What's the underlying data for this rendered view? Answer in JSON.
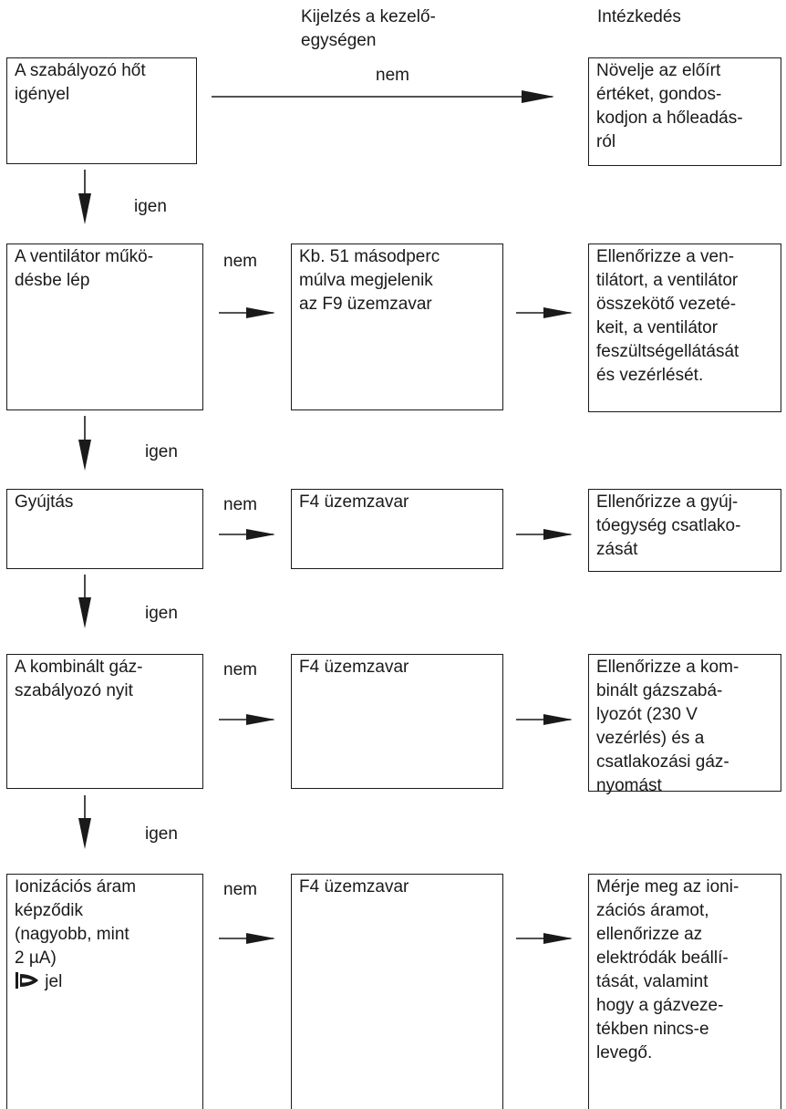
{
  "headers": {
    "display": "Kijelzés a kezelő-\negységen",
    "action": "Intézkedés"
  },
  "rows": [
    {
      "condition": "A szabályozó hőt\nigényel",
      "no_label": "nem",
      "display": "",
      "action": "Növelje az előírt\nértéket, gondos-\nkodjon a hőleadás-\nról",
      "yes_label": "igen"
    },
    {
      "condition": "A ventilátor műkö-\ndésbe lép",
      "no_label": "nem",
      "display": "Kb. 51 másodperc\nmúlva megjelenik\naz F9 üzemzavar",
      "action": "Ellenőrizze a ven-\ntilátort, a ventilátor\nösszekötő vezeté-\nkeit, a ventilátor\nfeszültségellátását\nés vezérlését.",
      "yes_label": "igen"
    },
    {
      "condition": "Gyújtás",
      "no_label": "nem",
      "display": "F4 üzemzavar",
      "action": "Ellenőrizze a gyúj-\ntóegység csatlako-\nzását",
      "yes_label": "igen"
    },
    {
      "condition": "A kombinált gáz-\nszabályozó nyit",
      "no_label": "nem",
      "display": "F4 üzemzavar",
      "action": "Ellenőrizze a kom-\nbinált gázszabá-\nlyozót (230 V\nvezérlés) és a\ncsatlakozási gáz-\nnyomást",
      "yes_label": "igen"
    },
    {
      "condition": "Ionizációs áram\nképződik\n(nagyobb, mint\n2 µA)",
      "condition_symbol_text": "jel",
      "condition_icon": "flame-signal-icon",
      "no_label": "nem",
      "display": "F4 üzemzavar",
      "action": "Mérje meg az ioni-\nzációs áramot,\nellenőrizze az\nelektródák beállí-\ntását, valamint\nhogy a gázveze-\ntékben nincs-e\nlevegő."
    }
  ]
}
